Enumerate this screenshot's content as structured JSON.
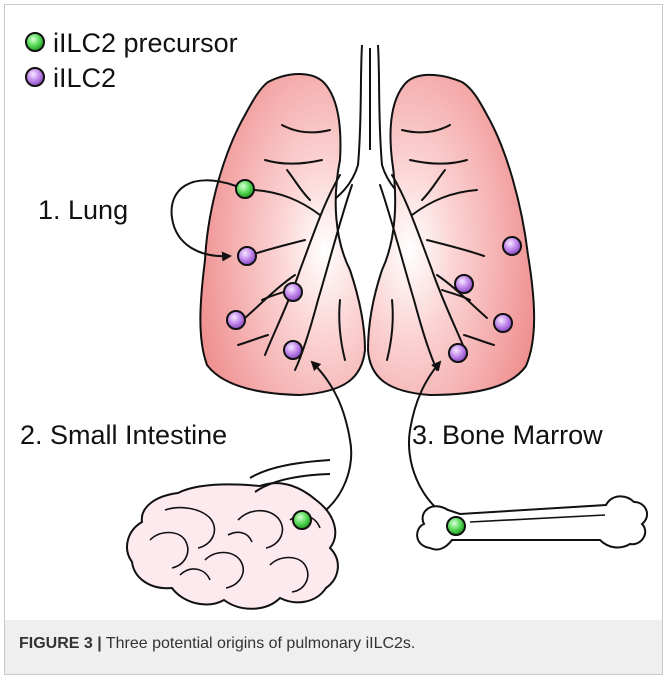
{
  "legend": {
    "precursor_label": "iILC2 precursor",
    "ilc2_label": "iILC2"
  },
  "origins": {
    "lung": "1. Lung",
    "intestine": "2. Small Intestine",
    "marrow": "3. Bone Marrow"
  },
  "caption": {
    "label": "FIGURE 3 |",
    "text": "Three potential origins of pulmonary iILC2s."
  },
  "colors": {
    "precursor": "#5fe35f",
    "ilc2": "#c48ef0",
    "lung_fill": "#f5a3a3",
    "gut_fill": "#fde9ee"
  }
}
